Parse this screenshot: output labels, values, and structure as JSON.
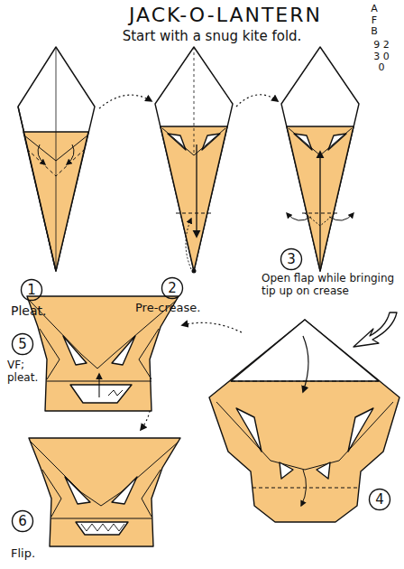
{
  "diagram": {
    "title": "JACK-O-LANTERN",
    "nodes": [
      {
        "text": [
          "1"
        ]
      },
      {
        "text": [
          "2"
        ]
      },
      {
        "text": [
          "3"
        ]
      },
      {
        "text": [
          "4"
        ]
      },
      {
        "text": [
          "5"
        ]
      },
      {
        "text": [
          "6"
        ]
      }
    ],
    "labels": [
      "Start with a snug kite fold.",
      "A F B",
      "9 23 00",
      "Pleat.",
      "Pre-crease.",
      "Open flap while bringing tip up on crease",
      "VF; pleat.",
      "Flip."
    ]
  }
}
